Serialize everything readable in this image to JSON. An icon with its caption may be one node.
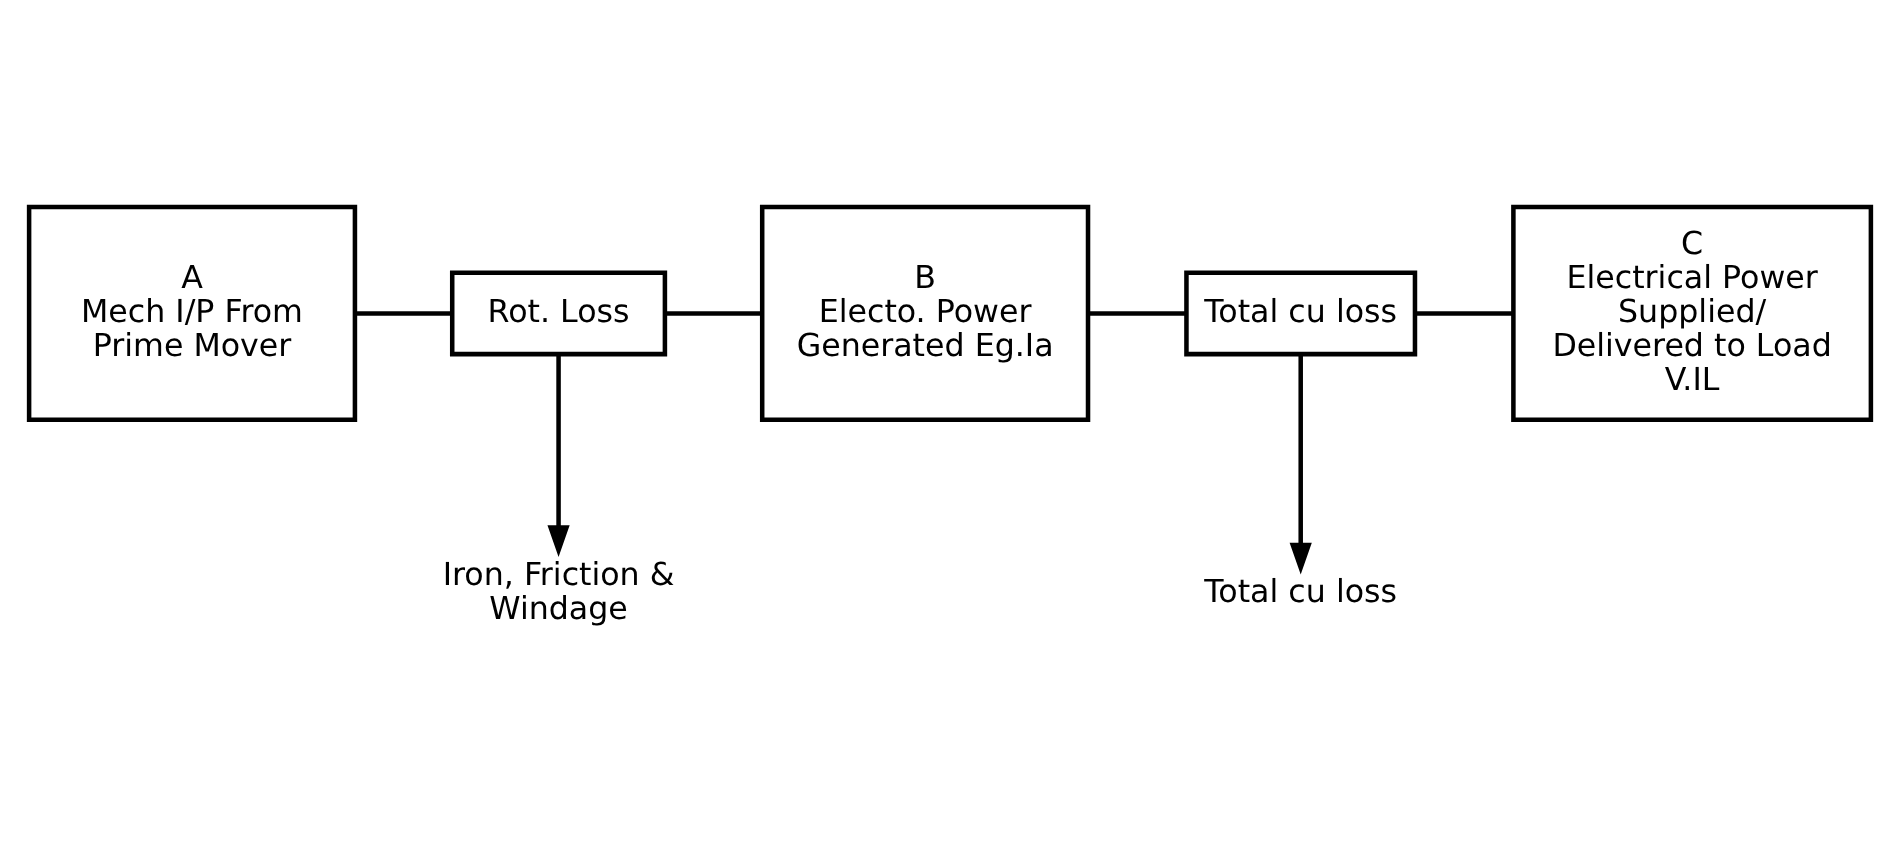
{
  "diagram": {
    "nodes": [
      {
        "text": [
          "A",
          "Mech I/P From Prime Mover"
        ]
      },
      {
        "text": [
          "Rot. Loss"
        ]
      },
      {
        "text": [
          "B",
          "Electo. Power Generated Eg.Ia"
        ]
      },
      {
        "text": [
          "Total cu loss"
        ]
      },
      {
        "text": [
          "C",
          "Electrical Power Supplied/ Delivered to Load V.IL"
        ]
      },
      {
        "text": [
          "Iron, Friction & Windage"
        ]
      },
      {
        "text": [
          "Total cu loss"
        ]
      }
    ],
    "edges": [
      {
        "from": 0,
        "to": 1,
        "arrow": "none"
      },
      {
        "from": 1,
        "to": 2,
        "arrow": "none"
      },
      {
        "from": 2,
        "to": 3,
        "arrow": "none"
      },
      {
        "from": 3,
        "to": 4,
        "arrow": "none"
      },
      {
        "from": 1,
        "to": 5,
        "arrow": "to"
      },
      {
        "from": 3,
        "to": 6,
        "arrow": "to"
      }
    ]
  }
}
